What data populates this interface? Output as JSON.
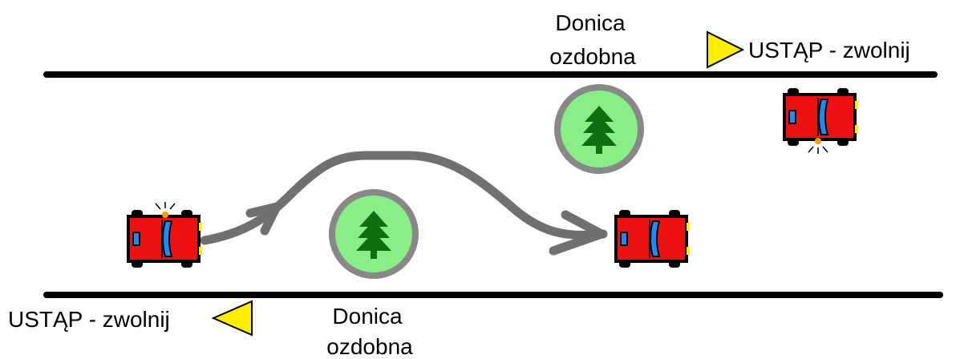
{
  "labels": {
    "planter_top_line1": "Donica",
    "planter_top_line2": "ozdobna",
    "planter_bottom_line1": "Donica",
    "planter_bottom_line2": "ozdobna",
    "yield_top": "USTĄP - zwolnij",
    "yield_bottom": "USTĄP - zwolnij"
  },
  "colors": {
    "road_line": "#000000",
    "car_body": "#ee1111",
    "car_window": "#1a8cff",
    "headlight": "#ffee00",
    "indicator": "#ff9900",
    "planter_fill": "#88ee88",
    "planter_rim": "#888888",
    "tree": "#0f6e0f",
    "path_arrow": "#707070",
    "yield_sign": "#ffee00"
  },
  "icons": [
    "car-icon",
    "tree-icon",
    "yield-triangle-icon",
    "path-arrow-icon"
  ]
}
